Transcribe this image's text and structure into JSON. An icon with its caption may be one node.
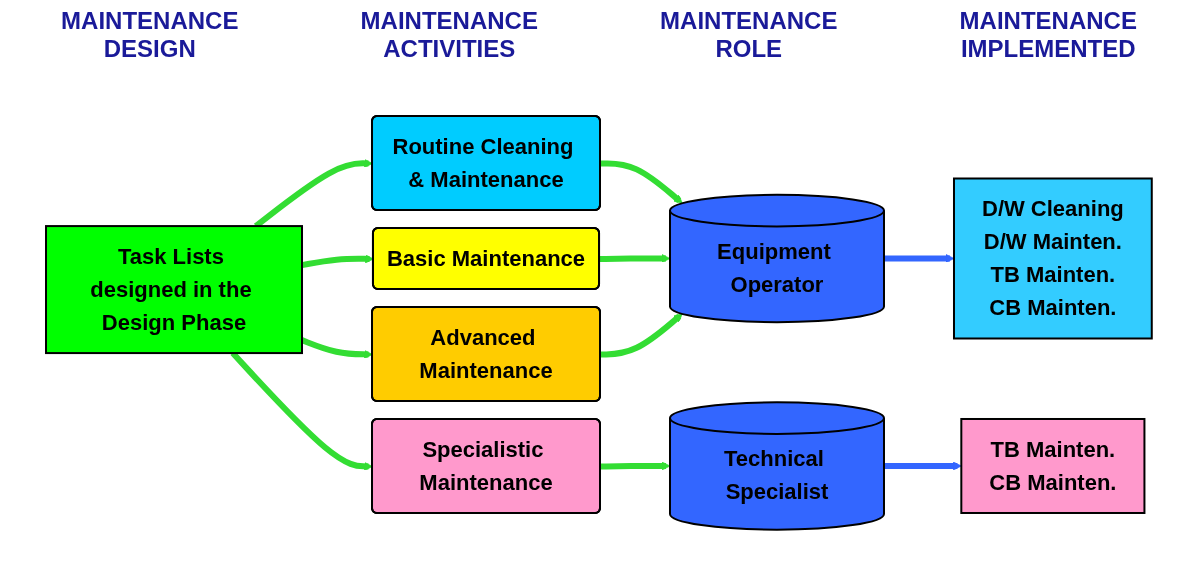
{
  "diagram": {
    "nodes": [
      {
        "text": [
          "Task Lists designed in the Design Phase"
        ]
      },
      {
        "text": [
          "Routine Cleaning & Maintenance"
        ]
      },
      {
        "text": [
          "Basic Maintenance"
        ]
      },
      {
        "text": [
          "Advanced Maintenance"
        ]
      },
      {
        "text": [
          "Specialistic Maintenance"
        ]
      },
      {
        "text": [
          "Equipment Operator"
        ]
      },
      {
        "text": [
          "Technical Specialist"
        ]
      },
      {
        "text": [
          "D/W Cleaning",
          "D/W Mainten.",
          "TB Mainten.",
          "CB Mainten."
        ]
      },
      {
        "text": [
          "TB Mainten.",
          "CB Mainten."
        ]
      }
    ],
    "edges": [
      {
        "from": 0,
        "to": 1,
        "arrow": "to"
      },
      {
        "from": 0,
        "to": 2,
        "arrow": "to"
      },
      {
        "from": 0,
        "to": 3,
        "arrow": "to"
      },
      {
        "from": 0,
        "to": 4,
        "arrow": "to"
      },
      {
        "from": 1,
        "to": 5,
        "arrow": "to"
      },
      {
        "from": 2,
        "to": 5,
        "arrow": "to"
      },
      {
        "from": 3,
        "to": 5,
        "arrow": "to"
      },
      {
        "from": 4,
        "to": 6,
        "arrow": "to"
      },
      {
        "from": 5,
        "to": 7,
        "arrow": "to",
        "color": "#3366ff"
      },
      {
        "from": 6,
        "to": 8,
        "arrow": "to",
        "color": "#3366ff"
      }
    ],
    "labels": [
      "MAINTENANCE DESIGN",
      "MAINTENANCE ACTIVITIES",
      "MAINTENANCE ROLE",
      "MAINTENANCE IMPLEMENTED"
    ]
  }
}
